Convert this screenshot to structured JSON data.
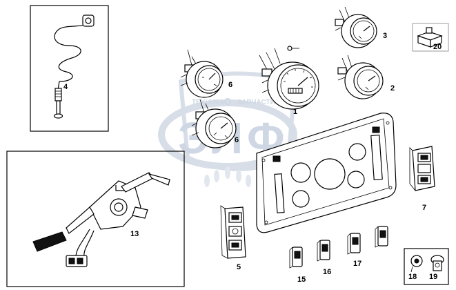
{
  "watermark": {
    "line1_left": "ТЕХНИКА",
    "line1_right": "ЗАПЧАСТИ",
    "letters": "ЭЛФ"
  },
  "callouts": {
    "p1": "1",
    "p2": "2",
    "p3": "3",
    "p4": "4",
    "p5": "5",
    "p6a": "6",
    "p6b": "6",
    "p7": "7",
    "p13": "13",
    "p15": "15",
    "p16": "16",
    "p17": "17",
    "p18": "18",
    "p19": "19",
    "p20": "20"
  },
  "colors": {
    "line": "#000000",
    "watermark": "#c9d3e0",
    "background": "#ffffff"
  }
}
